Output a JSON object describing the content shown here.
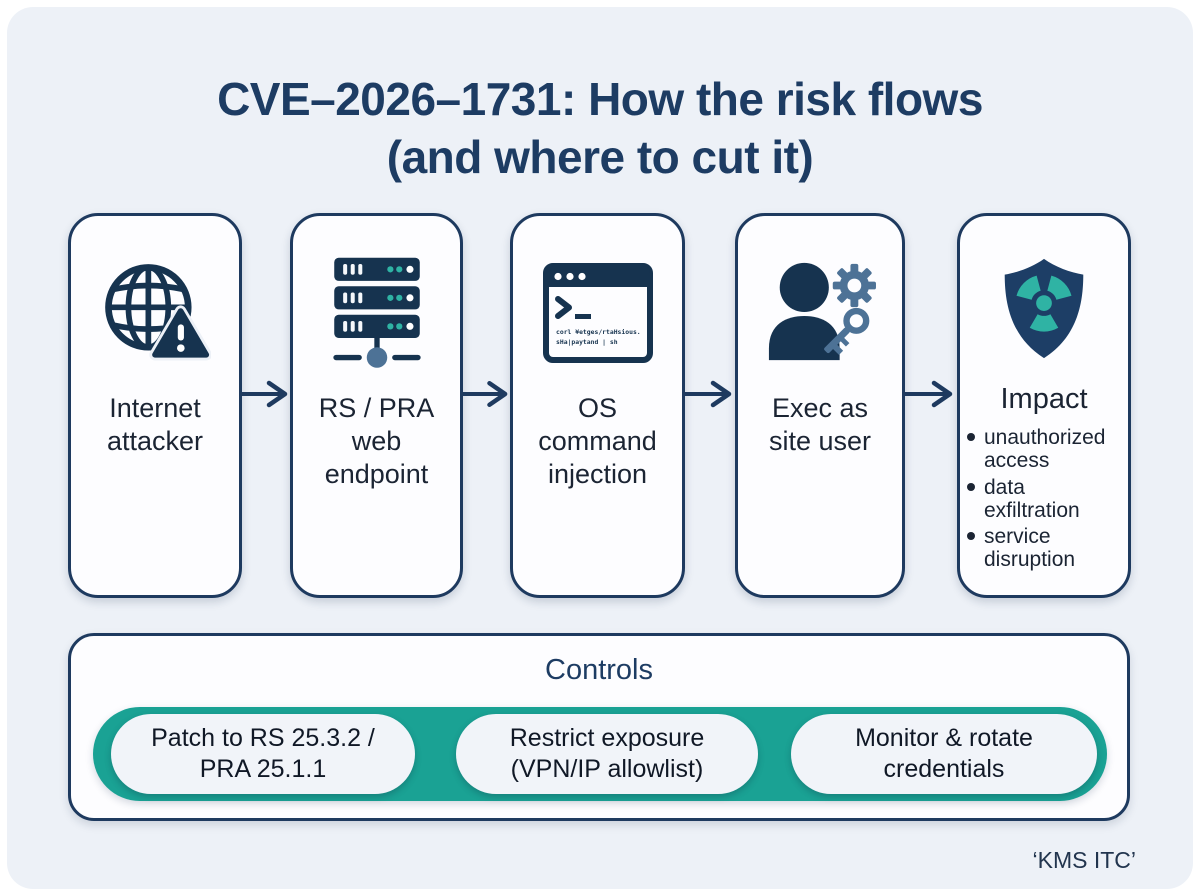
{
  "title": "CVE–2026–1731: How the risk flows\n(and where to cut it)",
  "flow": {
    "boxes": [
      {
        "icon": "globe-warning-icon",
        "label": "Internet\nattacker"
      },
      {
        "icon": "server-stack-icon",
        "label": "RS / PRA\nweb\nendpoint"
      },
      {
        "icon": "terminal-icon",
        "label": "OS\ncommand\ninjection",
        "terminal_line1": "corl ¥etges/rtaHsious.",
        "terminal_line2": "sHa|paytand | sh"
      },
      {
        "icon": "user-gear-key-icon",
        "label": "Exec as\nsite user"
      },
      {
        "icon": "shield-radiation-icon",
        "label": "Impact",
        "bullets": [
          "unauthorized access",
          "data exfiltration",
          "service disruption"
        ]
      }
    ]
  },
  "controls": {
    "title": "Controls",
    "items": [
      "Patch to RS 25.3.2 /\nPRA 25.1.1",
      "Restrict exposure\n(VPN/IP allowlist)",
      "Monitor & rotate\ncredentials"
    ]
  },
  "footer": "‘KMS ITC’",
  "colors": {
    "navy": "#16334f",
    "title_navy": "#1d3c63",
    "teal_band": "#1aa294",
    "teal_accent": "#2fb3a4",
    "steel_blue": "#4d7296",
    "card_bg": "#edf1f7",
    "box_bg": "#fdfdff"
  }
}
